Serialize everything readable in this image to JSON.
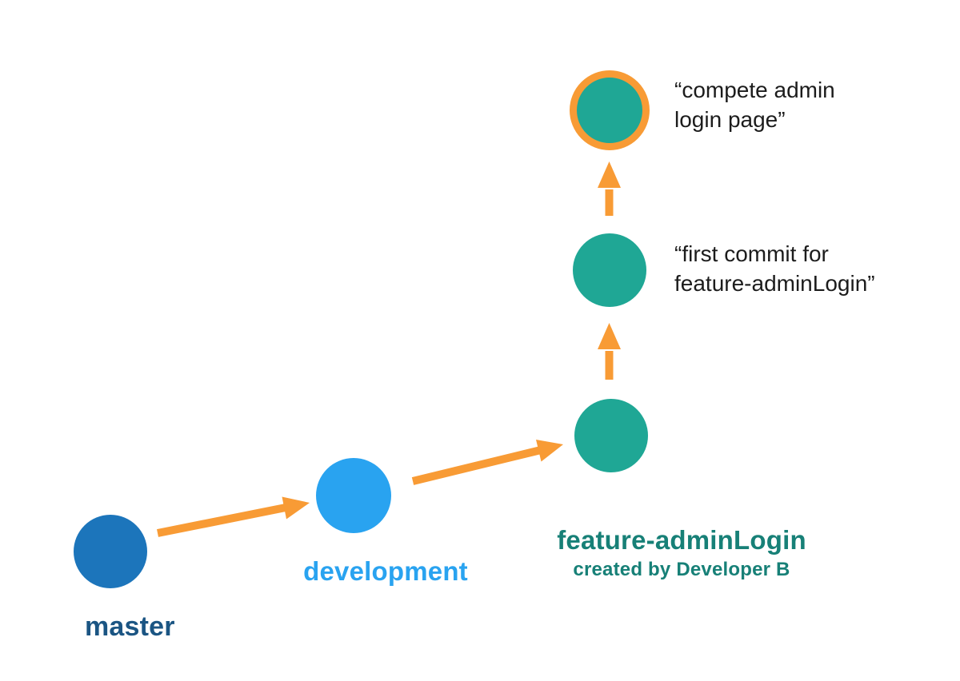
{
  "colors": {
    "background": "#FFFFFF",
    "master_node": "#1C75BB",
    "master_label": "#1B5583",
    "development_node": "#29A3F0",
    "development_label": "#29A3F0",
    "feature_node": "#1FA795",
    "feature_label": "#178077",
    "arrow": "#F89B35",
    "head_ring": "#F89B35",
    "annotation_text": "#1C1C1C"
  },
  "branches": {
    "master": {
      "label": "master"
    },
    "development": {
      "label": "development"
    },
    "feature": {
      "label": "feature-adminLogin",
      "sublabel": "created by Developer B"
    }
  },
  "annotations": {
    "head_commit": "“compete admin\nlogin page”",
    "first_commit": "“first commit for\nfeature-adminLogin”"
  }
}
